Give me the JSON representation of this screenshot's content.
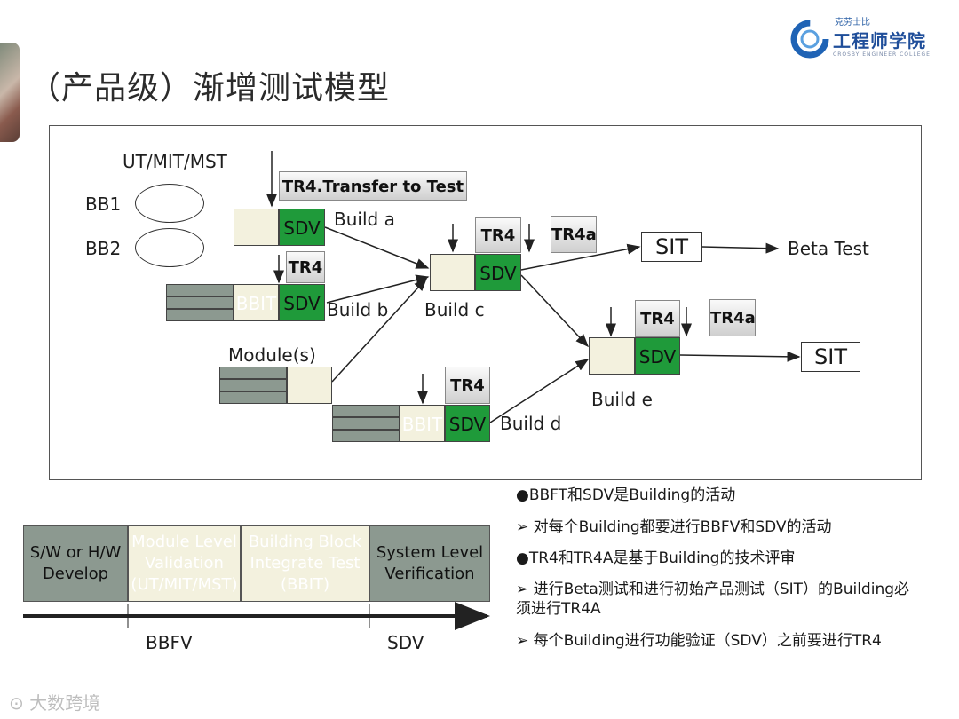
{
  "title": "（产品级）渐增测试模型",
  "logo": {
    "small": "克劳士比",
    "main": "工程师学院",
    "sub": "CROSBY ENGINEER COLLEGE"
  },
  "watermark": "大数跨境",
  "diagram": {
    "ut_label": "UT/MIT/MST",
    "transfer_label": "TR4.Transfer to Test",
    "bb1": "BB1",
    "bb2": "BB2",
    "sdv": "SDV",
    "bbit": "BBIT",
    "tr4": "TR4",
    "tr4a": "TR4a",
    "build_a": "Build a",
    "build_b": "Build b",
    "build_c": "Build c",
    "build_d": "Build d",
    "build_e": "Build e",
    "modules": "Module(s)",
    "sit": "SIT",
    "beta_test": "Beta   Test"
  },
  "timeline": {
    "stages": [
      "S/W or H/W Develop",
      "Module Level Validation (UT/MIT/MST)",
      "Building Block Integrate Test (BBIT)",
      "System  Level Verification"
    ],
    "bbfv": "BBFV",
    "sdv": "SDV"
  },
  "notes": [
    "●BBFT和SDV是Building的活动",
    "➢  对每个Building都要进行BBFV和SDV的活动",
    "●TR4和TR4A是基于Building的技术评审",
    "➢  进行Beta测试和进行初始产品测试（SIT）的Building必须进行TR4A",
    "➢  每个Building进行功能验证（SDV）之前要进行TR4"
  ]
}
